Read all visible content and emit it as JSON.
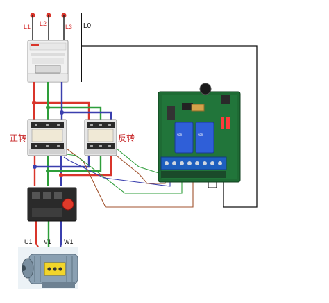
{
  "phases": {
    "l1": "L1",
    "l2": "L2",
    "l3": "L3",
    "l0": "L0"
  },
  "contactors": {
    "forward": "正转",
    "reverse": "反转"
  },
  "motor_terminals": {
    "u1": "U1",
    "v1": "V1",
    "w1": "W1"
  },
  "wire_colors": {
    "l1": "#d9352b",
    "l2": "#2e9e3a",
    "l3": "#3a3fae",
    "neutral": "#111111",
    "brown": "#a0522d"
  }
}
